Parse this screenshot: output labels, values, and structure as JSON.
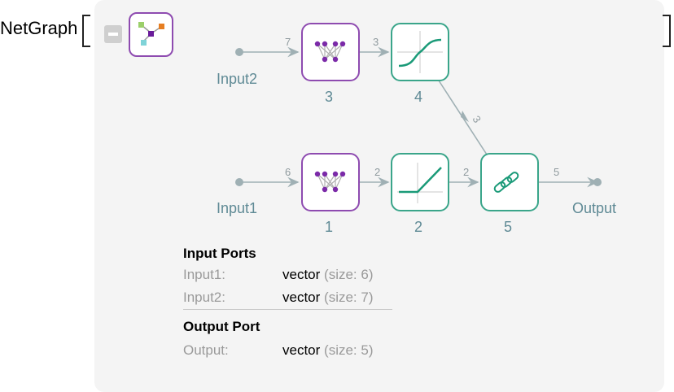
{
  "expression": {
    "head": "NetGraph"
  },
  "graph": {
    "ports": {
      "input1": "Input1",
      "input2": "Input2",
      "output": "Output"
    },
    "nodes": {
      "n1": "1",
      "n2": "2",
      "n3": "3",
      "n4": "4",
      "n5": "5"
    },
    "edges": {
      "in2_to_3": "7",
      "n3_to_4": "3",
      "n4_to_5": "3",
      "in1_to_1": "6",
      "n1_to_2": "2",
      "n2_to_5": "2",
      "n5_to_out": "5"
    }
  },
  "info": {
    "input_title": "Input Ports",
    "inputs": [
      {
        "name": "Input1:",
        "type": "vector",
        "meta": "(size: 6)"
      },
      {
        "name": "Input2:",
        "type": "vector",
        "meta": "(size: 7)"
      }
    ],
    "output_title": "Output Port",
    "outputs": [
      {
        "name": "Output:",
        "type": "vector",
        "meta": "(size: 5)"
      }
    ]
  },
  "colors": {
    "linear": "#8e4bb0",
    "activation": "#3aa58a",
    "edge": "#9fb0b4",
    "label": "#5f8a95"
  }
}
